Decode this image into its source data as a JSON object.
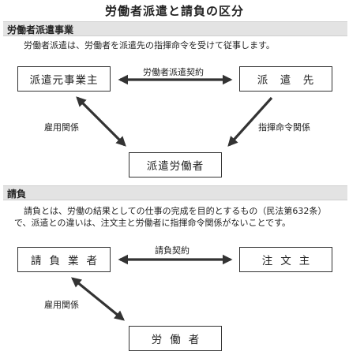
{
  "title": "労働者派遣と請負の区分",
  "haken": {
    "section_label": "労働者派遣事業",
    "description": "労働者派遣は、労働者を派遣先の指揮命令を受けて従事します。",
    "box_moto": "派遣元事業主",
    "box_saki": "派　遣　先",
    "box_roudousha": "派遣労働者",
    "label_keiyaku": "労働者派遣契約",
    "label_koyou": "雇用関係",
    "label_shiki": "指揮命令関係"
  },
  "ukeoi": {
    "section_label": "請負",
    "description_line1": "請負とは、労働の結果としての仕事の完成を目的とするもの（民法第632条）",
    "description_line2": "で、派遣との違いは、注文主と労働者に指揮命令関係がないことです。",
    "box_ukeoi": "請負業者",
    "box_chumon": "注文主",
    "box_roudousha": "労働者",
    "label_keiyaku": "請負契約",
    "label_koyou": "雇用関係"
  },
  "colors": {
    "arrow": "#333333",
    "section_bar": "#e3e3e3"
  }
}
